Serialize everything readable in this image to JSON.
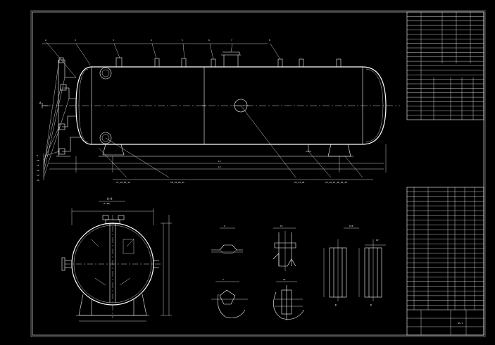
{
  "drawing": {
    "main_view": {
      "callouts_top": [
        "A",
        "2",
        "3",
        "4",
        "5",
        "6",
        "7",
        "8"
      ],
      "callouts_left": [
        "9",
        "10",
        "11",
        "12",
        "13",
        "14"
      ],
      "callouts_bottom": [
        "17_16_15_14",
        "18_19_20_21",
        "22_23_24",
        "25_26_27_28_29_30"
      ],
      "section_letter": "A"
    },
    "section_view": {
      "title": "A-A",
      "subtitle": "(1:40)"
    },
    "details": {
      "labels": [
        "I",
        "II",
        "III",
        "IV",
        "V",
        "VI"
      ]
    },
    "title_block": {
      "part_count": 26,
      "drawing_number": "R3-1"
    }
  },
  "colors": {
    "background": "#000000",
    "lines": "#ffffff"
  }
}
